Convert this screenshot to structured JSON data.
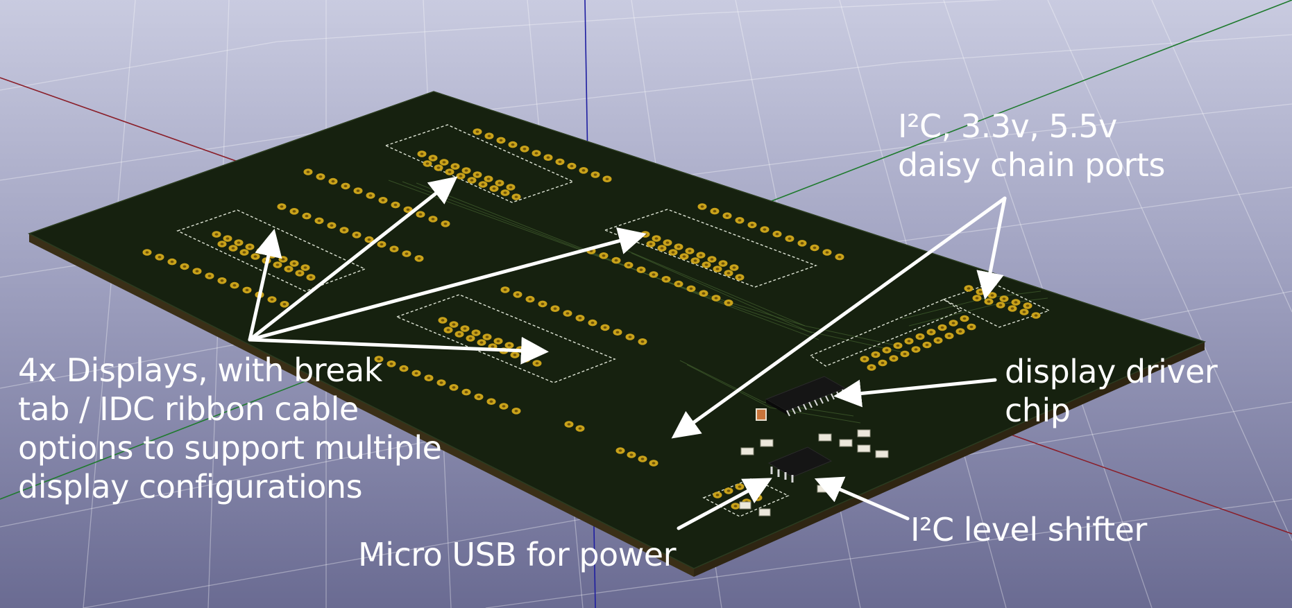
{
  "callouts": {
    "daisy_chain": "I²C, 3.3v, 5.5v\ndaisy chain ports",
    "displays": "4x Displays, with break\ntab / IDC ribbon cable\noptions to support multiple\ndisplay configurations",
    "display_driver": "display driver\nchip",
    "level_shifter": "I²C level shifter",
    "micro_usb": "Micro USB for power"
  },
  "colors": {
    "pcb": "#16210f",
    "pcb_edge": "#3a2f17",
    "pad": "#c9a21a",
    "pad_hole": "#6e5208",
    "silkscreen": "#dfe5d6",
    "grid": "#ffffff",
    "axis_x": "#8a1f2a",
    "axis_y": "#1f7a2e",
    "axis_z": "#1d1da0",
    "chip": "#151515",
    "arrow": "#ffffff"
  }
}
